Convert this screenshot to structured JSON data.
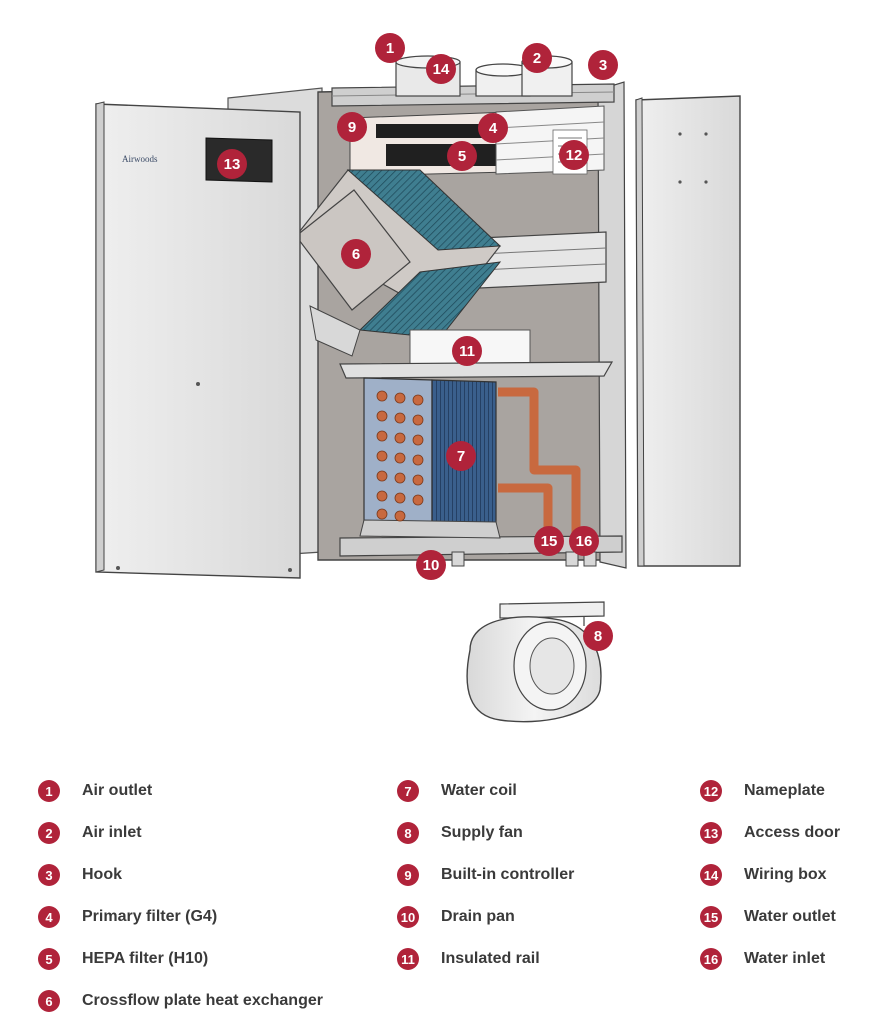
{
  "diagram": {
    "brand_text": "Airwoods",
    "callouts": [
      {
        "num": "1"
      },
      {
        "num": "2"
      },
      {
        "num": "3"
      },
      {
        "num": "4"
      },
      {
        "num": "5"
      },
      {
        "num": "6"
      },
      {
        "num": "7"
      },
      {
        "num": "8"
      },
      {
        "num": "9"
      },
      {
        "num": "10"
      },
      {
        "num": "11"
      },
      {
        "num": "12"
      },
      {
        "num": "13"
      },
      {
        "num": "14"
      },
      {
        "num": "15"
      },
      {
        "num": "16"
      }
    ],
    "colors": {
      "callout": "#b0233a",
      "panel": "#e4e4e4",
      "interior": "#a9a4a0",
      "coil_fin": "#2c4f7a",
      "copper": "#c8693f",
      "exchanger_fin": "#2f6a7c"
    }
  },
  "legend": {
    "columns": [
      {
        "items": [
          {
            "num": "1",
            "label": "Air outlet"
          },
          {
            "num": "2",
            "label": "Air inlet"
          },
          {
            "num": "3",
            "label": "Hook"
          },
          {
            "num": "4",
            "label": "Primary filter (G4)"
          },
          {
            "num": "5",
            "label": "HEPA filter (H10)"
          },
          {
            "num": "6",
            "label": "Crossflow plate heat exchanger"
          }
        ]
      },
      {
        "items": [
          {
            "num": "7",
            "label": "Water coil"
          },
          {
            "num": "8",
            "label": "Supply fan"
          },
          {
            "num": "9",
            "label": "Built-in controller"
          },
          {
            "num": "10",
            "label": "Drain pan"
          },
          {
            "num": "11",
            "label": "Insulated rail"
          }
        ]
      },
      {
        "items": [
          {
            "num": "12",
            "label": "Nameplate"
          },
          {
            "num": "13",
            "label": "Access door"
          },
          {
            "num": "14",
            "label": "Wiring box"
          },
          {
            "num": "15",
            "label": "Water outlet"
          },
          {
            "num": "16",
            "label": "Water inlet"
          }
        ]
      }
    ]
  }
}
